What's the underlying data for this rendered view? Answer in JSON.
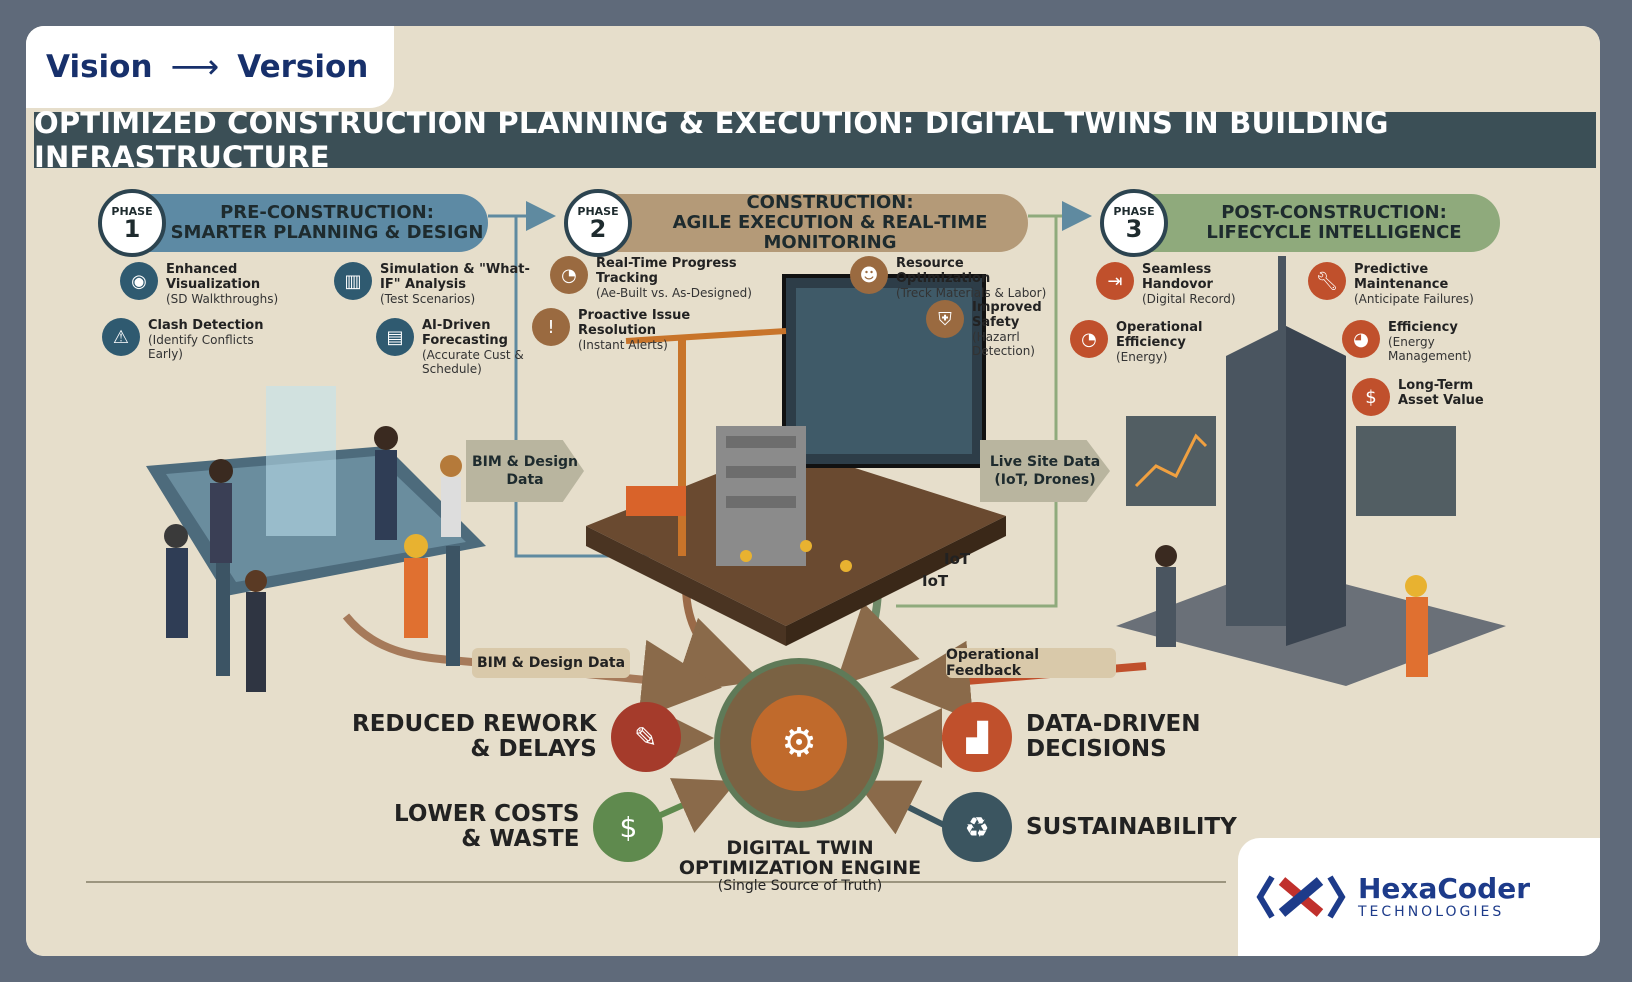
{
  "header": {
    "left": "Vision",
    "right": "Version",
    "arrow": "⟶"
  },
  "title": "OPTIMIZED CONSTRUCTION PLANNING & EXECUTION: DIGITAL TWINS IN BUILDING INFRASTRUCTURE",
  "phases": [
    {
      "badge_word": "PHASE",
      "number": "1",
      "line1": "PRE-CONSTRUCTION:",
      "line2": "SMARTER PLANNING & DESIGN"
    },
    {
      "badge_word": "PHASE",
      "number": "2",
      "line1": "CONSTRUCTION:",
      "line2": "AGILE EXECUTION & REAL-TIME MONITORING"
    },
    {
      "badge_word": "PHASE",
      "number": "3",
      "line1": "POST-CONSTRUCTION:",
      "line2": "LIFECYCLE INTELLIGENCE"
    }
  ],
  "phase1_features": [
    {
      "title": "Enhanced Visualization",
      "sub": "(SD Walkthroughs)"
    },
    {
      "title": "Simulation & \"What-IF\" Analysis",
      "sub": "(Test Scenarios)"
    },
    {
      "title": "Clash Detection",
      "sub": "(Identify Conflicts Early)"
    },
    {
      "title": "AI-Driven Forecasting",
      "sub": "(Accurate Cust & Schedule)"
    }
  ],
  "phase2_features": [
    {
      "title": "Real-Time Progress Tracking",
      "sub": "(Ae-Built vs. As-Designed)"
    },
    {
      "title": "Resource Optimization",
      "sub": "(Treck Materials & Labor)"
    },
    {
      "title": "Proactive Issue Resolution",
      "sub": "(Instant Alerts)"
    },
    {
      "title": "Improved Safety",
      "sub": "(Hazarrl Detection)"
    }
  ],
  "phase3_features": [
    {
      "title": "Seamless Handovor",
      "sub": "(Digital Record)"
    },
    {
      "title": "Predictive Maintenance",
      "sub": "(Anticipate Failures)"
    },
    {
      "title": "Operational Efficiency",
      "sub": "(Energy)"
    },
    {
      "title": "Efficiency",
      "sub": "(Energy Management)"
    },
    {
      "title": "Long-Term Asset Value",
      "sub": ""
    }
  ],
  "flows": {
    "bim_mid": "BIM & Design Data",
    "live_site": "Live Site Data (IoT, Drones)",
    "iot1": "IoT",
    "iot2": "IoT",
    "bim_bottom": "BIM & Design Data",
    "operational_feedback": "Operational Feedback"
  },
  "engine": {
    "line1": "DIGITAL TWIN",
    "line2": "OPTIMIZATION ENGINE",
    "line3": "(Single Source of Truth)"
  },
  "benefits": [
    {
      "line1": "REDUCED REWORK",
      "line2": "& DELAYS",
      "icon": "checklist-icon",
      "color": "#a53b2b"
    },
    {
      "line1": "LOWER COSTS",
      "line2": "& WASTE",
      "icon": "money-bag-icon",
      "color": "#5f8a4e"
    },
    {
      "line1": "DATA-DRIVEN",
      "line2": "DECISIONS",
      "icon": "chart-up-icon",
      "color": "#c0502c"
    },
    {
      "line1": "SUSTAINABILITY",
      "line2": "",
      "icon": "recycle-icon",
      "color": "#3b5560"
    }
  ],
  "logo": {
    "name": "HexaCoder",
    "sub": "TECHNOLOGIES"
  }
}
